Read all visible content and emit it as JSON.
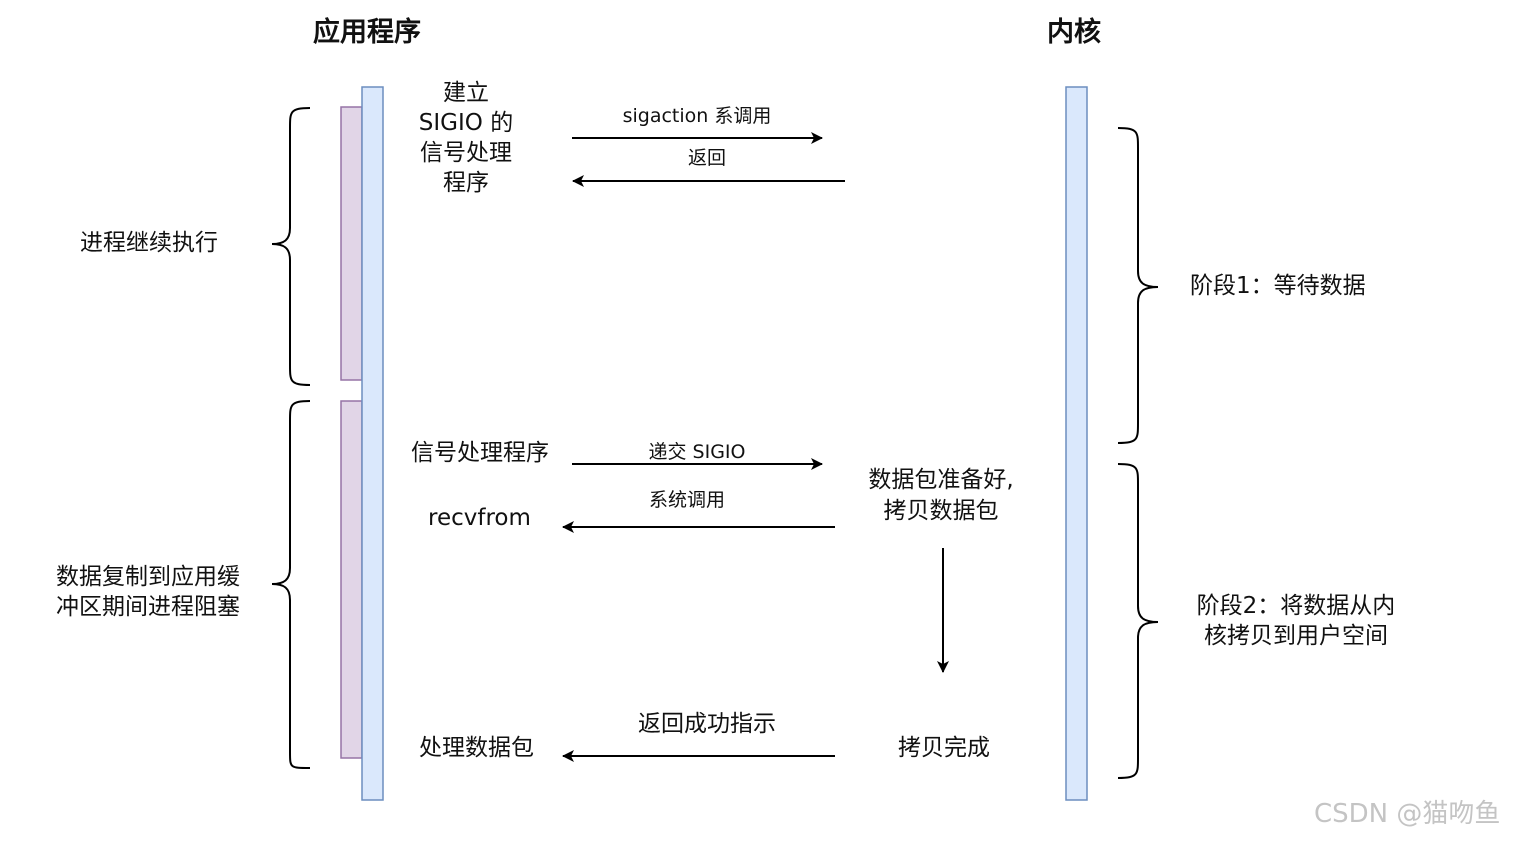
{
  "headers": {
    "app": "应用程序",
    "kernel": "内核"
  },
  "left_labels": {
    "process_continue": "进程继续执行",
    "process_blocked_line1": "数据复制到应用缓",
    "process_blocked_line2": "冲区期间进程阻塞"
  },
  "right_labels": {
    "stage1": "阶段1：等待数据",
    "stage2_line1": "阶段2：将数据从内",
    "stage2_line2": "核拷贝到用户空间"
  },
  "app_steps": {
    "setup_line1": "建立",
    "setup_line2": "SIGIO 的",
    "setup_line3": "信号处理",
    "setup_line4": "程序",
    "signal_handler": "信号处理程序",
    "recvfrom": "recvfrom",
    "process_packet": "处理数据包"
  },
  "arrows": {
    "sigaction": "sigaction 系调用",
    "return": "返回",
    "deliver_sigio": "递交 SIGIO",
    "syscall": "系统调用",
    "return_success": "返回成功指示"
  },
  "kernel_steps": {
    "packet_ready_line1": "数据包准备好,",
    "packet_ready_line2": "拷贝数据包",
    "copy_done": "拷贝完成"
  },
  "watermark": "CSDN @猫吻鱼",
  "colors": {
    "timeline_fill": "#dae8fc",
    "timeline_stroke": "#6c8ebf",
    "activity_fill": "#e1d5e7",
    "activity_stroke": "#9673a6",
    "line": "#000000"
  }
}
